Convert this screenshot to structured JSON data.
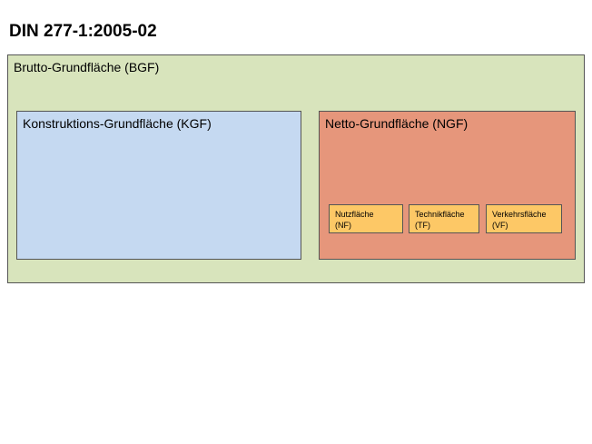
{
  "title": "DIN 277-1:2005-02",
  "bgf": {
    "label": "Brutto-Grundfläche (BGF)",
    "color": "#d8e4bc"
  },
  "kgf": {
    "label": "Konstruktions-Grundfläche (KGF)",
    "color": "#c5d9f1"
  },
  "ngf": {
    "label": "Netto-Grundfläche (NGF)",
    "color": "#e6967b",
    "parts": [
      {
        "name": "Nutzfläche",
        "abbr": "(NF)"
      },
      {
        "name": "Technikfläche",
        "abbr": "(TF)"
      },
      {
        "name": "Verkehrsfläche",
        "abbr": "(VF)"
      }
    ],
    "part_color": "#fdc866"
  }
}
